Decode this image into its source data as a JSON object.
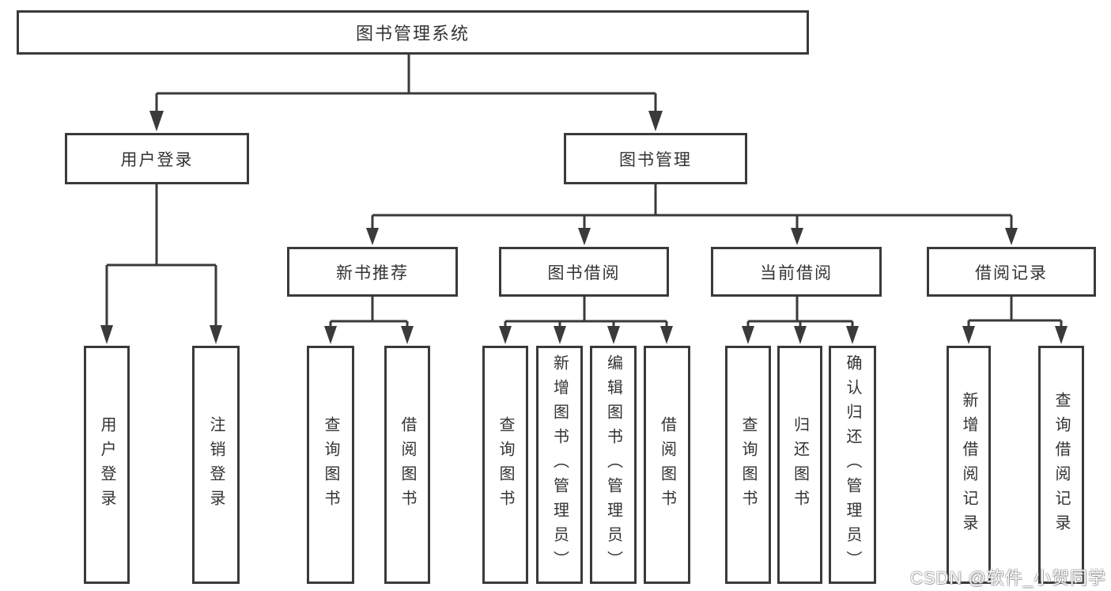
{
  "diagram": {
    "colors": {
      "line": "#3a3a3a",
      "box_border": "#3a3a3a",
      "text": "#333333",
      "background": "#ffffff"
    },
    "tree": {
      "label": "图书管理系统",
      "children": [
        {
          "label": "用户登录",
          "children": [
            {
              "label": "用户登录"
            },
            {
              "label": "注销登录"
            }
          ]
        },
        {
          "label": "图书管理",
          "children": [
            {
              "label": "新书推荐",
              "children": [
                {
                  "label": "查询图书"
                },
                {
                  "label": "借阅图书"
                }
              ]
            },
            {
              "label": "图书借阅",
              "children": [
                {
                  "label": "查询图书"
                },
                {
                  "label": "新增图书（管理员）"
                },
                {
                  "label": "编辑图书（管理员）"
                },
                {
                  "label": "借阅图书"
                }
              ]
            },
            {
              "label": "当前借阅",
              "children": [
                {
                  "label": "查询图书"
                },
                {
                  "label": "归还图书"
                },
                {
                  "label": "确认归还（管理员）"
                }
              ]
            },
            {
              "label": "借阅记录",
              "children": [
                {
                  "label": "新增借阅记录"
                },
                {
                  "label": "查询借阅记录"
                }
              ]
            }
          ]
        }
      ]
    },
    "watermark": {
      "text": "CSDN @软件_小贺同学"
    }
  }
}
